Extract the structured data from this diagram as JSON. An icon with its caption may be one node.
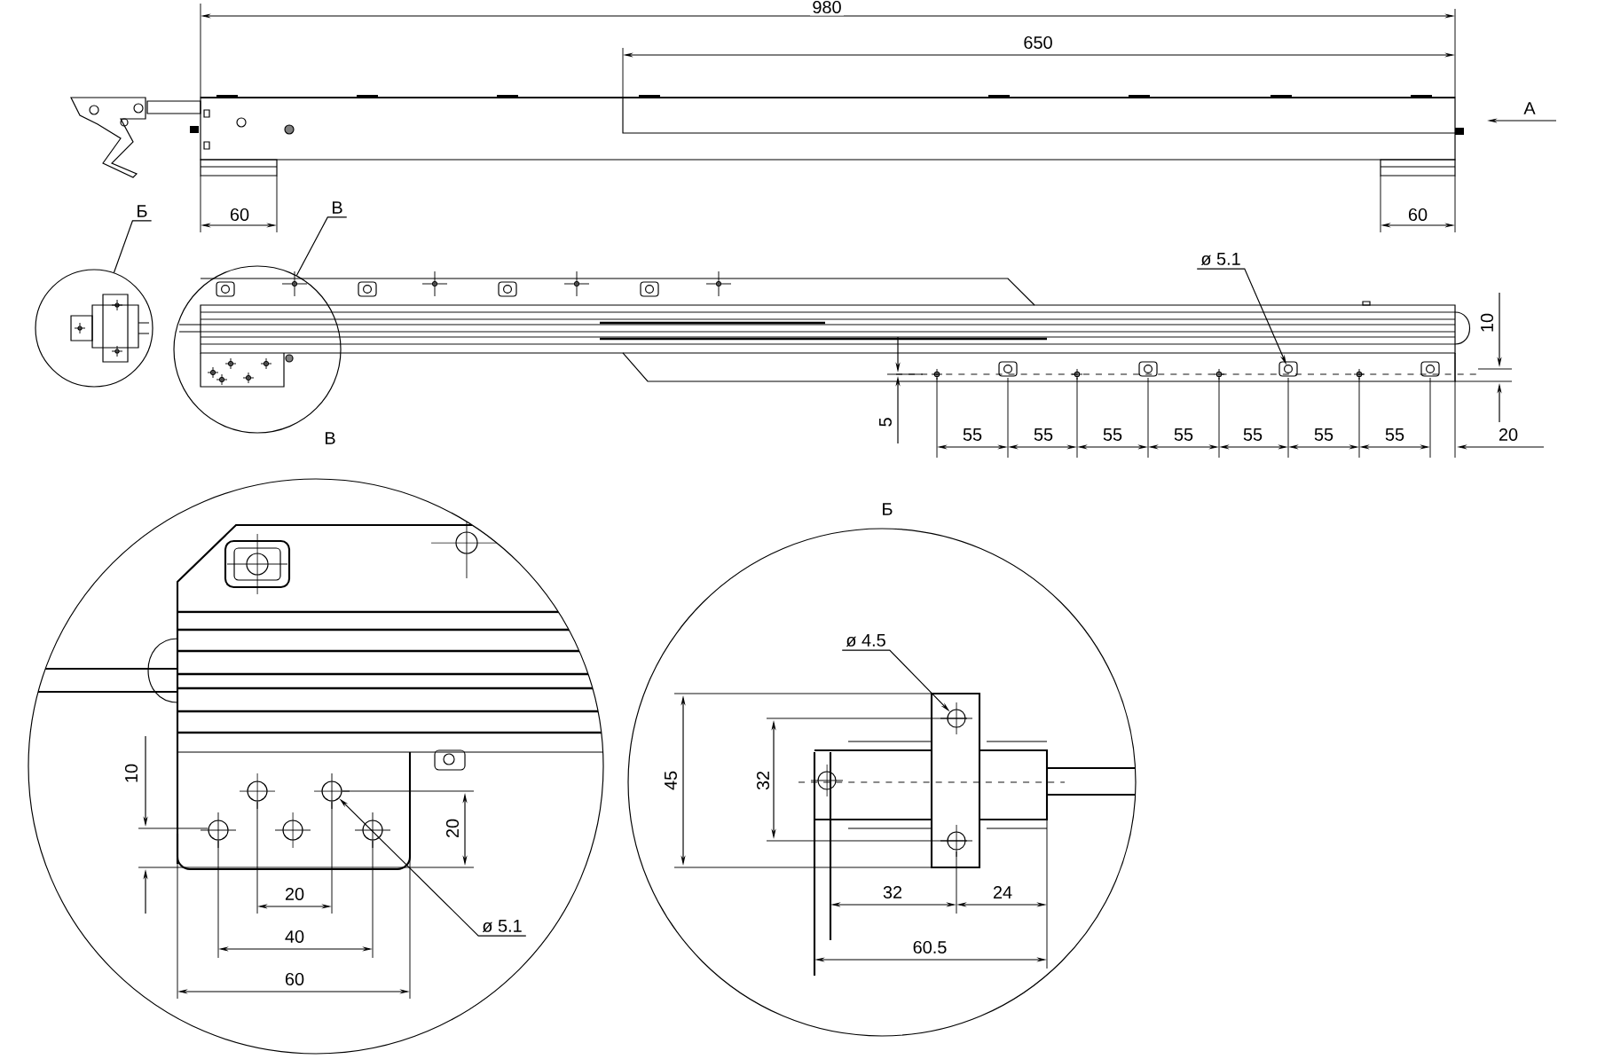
{
  "diagram": {
    "nodes": [
      {
        "text": [
          "Б"
        ]
      },
      {
        "text": [],
        "shape": "circle"
      },
      {
        "text": [
          "В"
        ]
      },
      {
        "text": [],
        "shape": "circle"
      },
      {
        "text": [
          "ø 5.1"
        ]
      },
      {
        "text": [
          "ø 5.1"
        ]
      },
      {
        "text": [
          "ø 4.5"
        ]
      },
      {
        "text": [],
        "shape": "circle"
      },
      {
        "text": [],
        "shape": "circle"
      },
      {
        "text": [],
        "shape": "circle"
      }
    ],
    "edges": [
      {
        "from": 0,
        "to": 1,
        "arrow": "none"
      },
      {
        "from": 2,
        "to": 3,
        "arrow": "none"
      },
      {
        "from": 4,
        "to": 7,
        "arrow": "to"
      },
      {
        "from": 5,
        "to": 8,
        "arrow": "to"
      },
      {
        "from": 6,
        "to": 9,
        "arrow": "to"
      }
    ],
    "labels": [
      "980",
      "650",
      "A",
      "60",
      "60",
      "10",
      "В",
      "5",
      "55",
      "55",
      "55",
      "55",
      "55",
      "55",
      "55",
      "20",
      "Б",
      "10",
      "20",
      "20",
      "40",
      "60",
      "45",
      "32",
      "32",
      "24",
      "60.5"
    ]
  }
}
